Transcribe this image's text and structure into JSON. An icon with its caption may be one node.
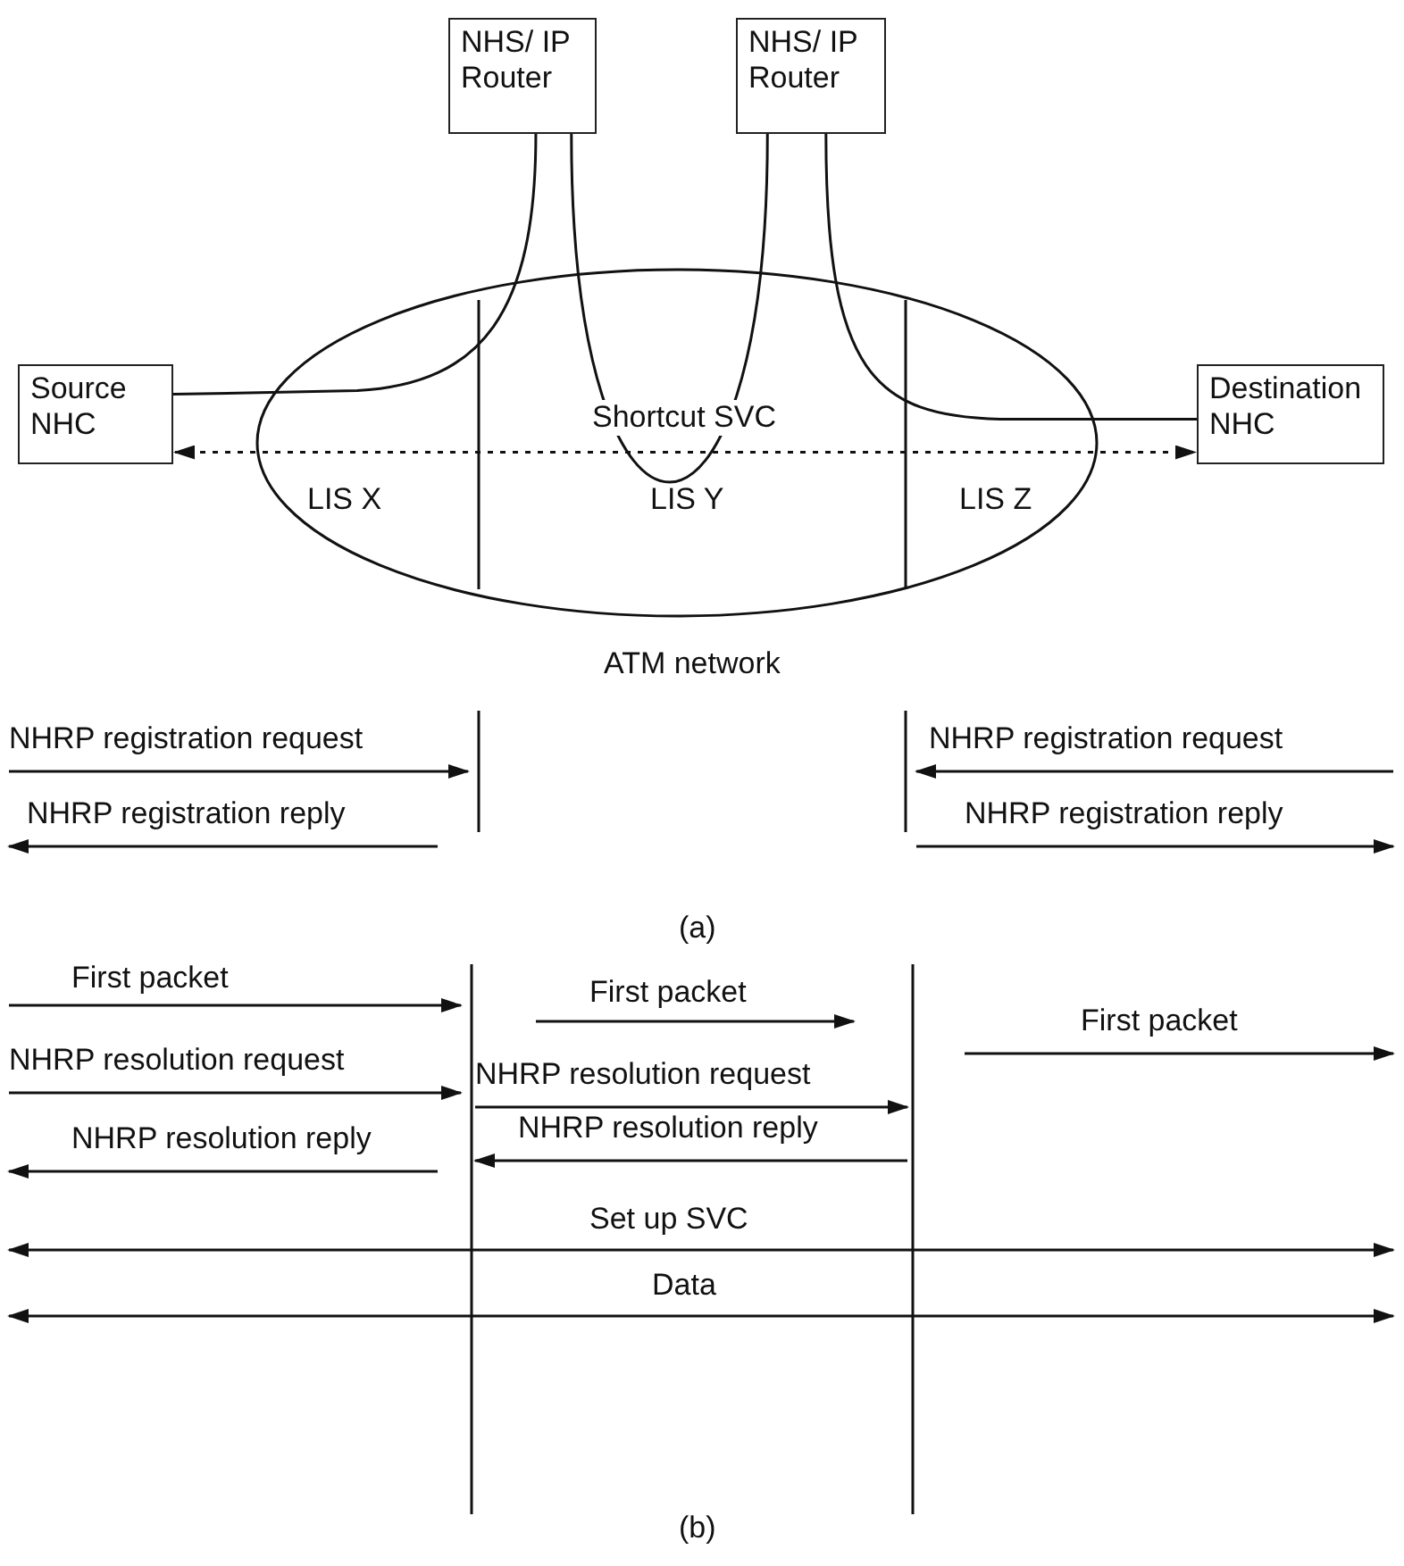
{
  "diagram": {
    "nodes": [
      {
        "text": [
          "NHS/ IP Router"
        ]
      },
      {
        "text": [
          "NHS/ IP Router"
        ]
      },
      {
        "text": [
          "Source NHC"
        ]
      },
      {
        "text": [
          "Destination NHC"
        ]
      }
    ],
    "edges": [
      {
        "from": 0,
        "to": 2,
        "arrow": "none"
      },
      {
        "from": 0,
        "to": 1,
        "arrow": "none"
      },
      {
        "from": 1,
        "to": 3,
        "arrow": "none"
      },
      {
        "from": 2,
        "to": 3,
        "arrow": "both",
        "label": "Shortcut SVC",
        "style": "dashed"
      }
    ],
    "labels": [
      "LIS X",
      "LIS Y",
      "LIS Z",
      "ATM network",
      "NHRP registration request",
      "NHRP registration request",
      "NHRP registration reply",
      "NHRP registration reply",
      "(a)",
      "First packet",
      "First packet",
      "First packet",
      "NHRP resolution request",
      "NHRP resolution request",
      "NHRP resolution reply",
      "NHRP resolution reply",
      "Set up SVC",
      "Data",
      "(b)"
    ]
  }
}
